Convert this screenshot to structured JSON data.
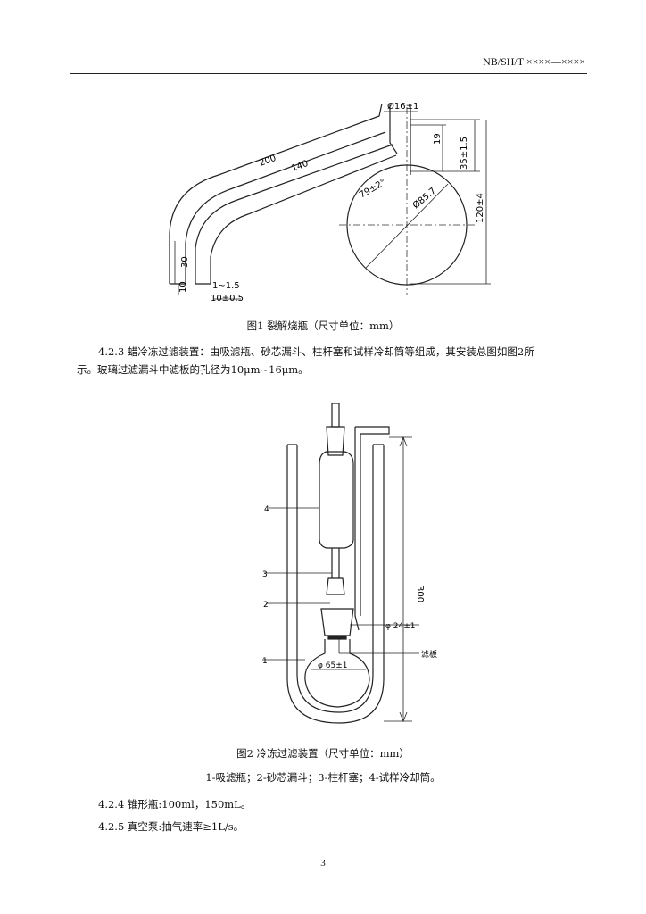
{
  "header": {
    "doc_code": "NB/SH/T ××××—××××"
  },
  "figure1": {
    "dims": {
      "d_top": "Ø16±1",
      "len_200": "200",
      "len_140": "140",
      "h_19": "19",
      "h_35": "35±1.5",
      "h_120": "120±4",
      "angle": "79±2°",
      "dia": "Ø85.7",
      "h_30": "30",
      "h_10": "10",
      "gap": "1~1.5",
      "w_10": "10±0.5"
    },
    "caption": "图1 裂解烧瓶（尺寸单位：mm）"
  },
  "section_423": {
    "line1": "4.2.3 蜡冷冻过滤装置：由吸滤瓶、砂芯漏斗、柱杆塞和试样冷却筒等组成，其安装总图如图2所",
    "line2": "示。玻璃过滤漏斗中滤板的孔径为10μm~16μm。"
  },
  "figure2": {
    "labels": {
      "n4": "4",
      "n3": "3",
      "n2": "2",
      "n1": "1",
      "d24": "φ 24±1",
      "filter_plate": "滤板",
      "d65": "φ 65±1",
      "h300": "300"
    },
    "caption": "图2 冷冻过滤装置（尺寸单位：mm）",
    "legend": "1-吸滤瓶；2-砂芯漏斗；3-柱杆塞；4-试样冷却筒。"
  },
  "section_424": "4.2.4 锥形瓶:100ml，150mL。",
  "section_425": "4.2.5 真空泵:抽气速率≥1L/s。",
  "page_number": "3"
}
